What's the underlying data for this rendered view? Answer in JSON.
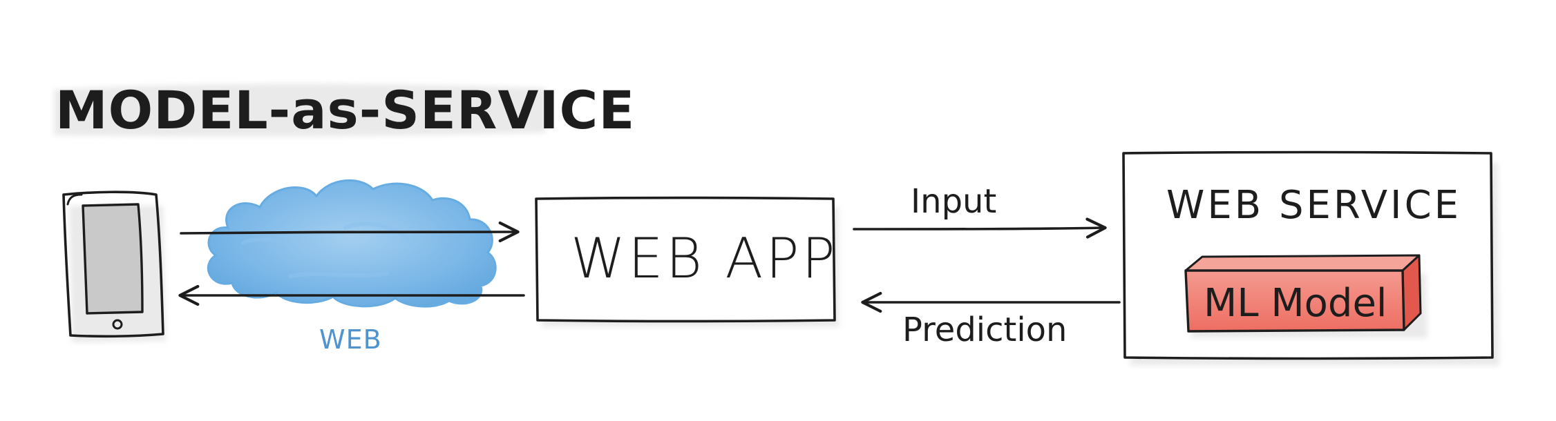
{
  "title": "MODEL-as-SERVICE",
  "client": {
    "device_icon": "smartphone-icon"
  },
  "network": {
    "cloud_icon": "cloud-icon",
    "label": "WEB",
    "color": "#5aa6e0"
  },
  "web_app": {
    "label": "WEB APP"
  },
  "flows": {
    "input_label": "Input",
    "prediction_label": "Prediction"
  },
  "web_service": {
    "label": "WEB SERVICE",
    "model": {
      "label": "ML Model",
      "color": "#f0766a"
    }
  }
}
